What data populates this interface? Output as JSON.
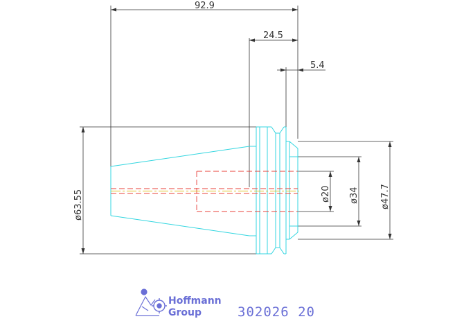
{
  "dimensions": {
    "overall_length": "92.9",
    "flange_length": "24.5",
    "groove_offset": "5.4",
    "outer_diameter": "ø63.55",
    "bore_diameter": "ø20",
    "step_diameter": "ø34",
    "shaft_diameter": "ø47.7"
  },
  "title_block": {
    "brand_line1": "Hoffmann",
    "brand_line2": "Group",
    "part_number": "302026 20"
  },
  "colors": {
    "part_outline": "#33d6e0",
    "dimension_lines": "#333333",
    "hidden_lines": "#e8403a",
    "centerline": "#e0c020",
    "brand": "#6a6fd6"
  }
}
